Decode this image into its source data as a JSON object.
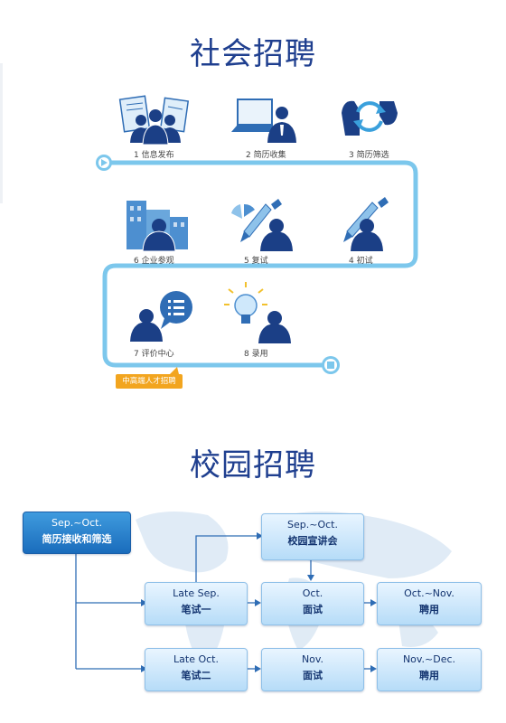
{
  "social": {
    "title": "社会招聘",
    "steps": [
      "1 信息发布",
      "2 简历收集",
      "3 简历筛选",
      "6 企业参观",
      "5 复试",
      "4 初试",
      "7 评价中心",
      "8 录用"
    ],
    "badge": "中高端人才招聘"
  },
  "campus": {
    "title": "校园招聘",
    "boxes": [
      {
        "en": "Sep.~Oct.",
        "cn": "简历接收和筛选"
      },
      {
        "en": "Sep.~Oct.",
        "cn": "校园宣讲会"
      },
      {
        "en": "Late Sep.",
        "cn": "笔试一"
      },
      {
        "en": "Oct.",
        "cn": "面试"
      },
      {
        "en": "Oct.~Nov.",
        "cn": "聘用"
      },
      {
        "en": "Late Oct.",
        "cn": "笔试二"
      },
      {
        "en": "Nov.",
        "cn": "面试"
      },
      {
        "en": "Nov.~Dec.",
        "cn": "聘用"
      }
    ]
  },
  "colors": {
    "brand_blue": "#1f3f8f",
    "path_blue": "#7cc7ec",
    "icon_blue": "#1b3f86",
    "badge_orange": "#f2a51f"
  }
}
